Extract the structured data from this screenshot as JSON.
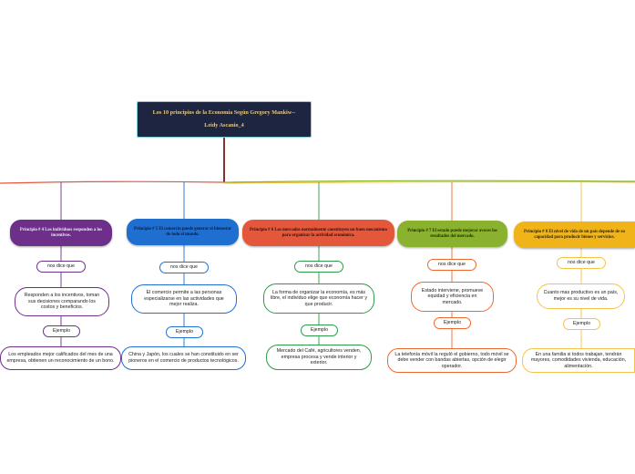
{
  "map": {
    "title": "Los 10 principios de la Economía Según Gregory Mankiw--",
    "author": "Leidy Ascanio_4",
    "colors": {
      "purple": "#6d2f8a",
      "blue": "#1e6fd0",
      "red": "#e4573b",
      "green": "#2e9a4a",
      "lime": "#8ab22e",
      "orange": "#ec6a31",
      "yellow": "#f0b419",
      "yellow_line": "#f4c34c"
    },
    "branches": [
      {
        "principle": "Principio # 4 Los individuos responden a los incentivos.",
        "says_label": "nos dice que",
        "explanation": "Responden a los incentivos, toman sus decisiones comparando los costos y beneficios.",
        "example_label": "Ejemplo",
        "example": "Los empleados mejor calificados del mes de una empresa, obtienen un reconocimiento de un bono."
      },
      {
        "principle": "Principio # 5 El comercio puede generar el bienestar de todo el mundo.",
        "says_label": "nos dice que",
        "explanation": "El comercio permite a las personas especializarse en las actividades que mejor realiza.",
        "example_label": "Ejemplo",
        "example": "China y Japón, los cuales se han constituido en ser pioneros en el comercio de productos tecnológicos."
      },
      {
        "principle": "Principio # 6 Los mercados normalmente constituyen un buen mecanismo para organizar la actividad económica.",
        "says_label": "nos dice que",
        "explanation": "La forma de organizar la economía, es más libre, el individuo elige que economía hacer y que producir.",
        "example_label": "Ejemplo",
        "example": "Mercado del Café, agricultores venden, empresa procesa y vende interior y exterior."
      },
      {
        "principle": "Principio # 7 El estado puede mejorar aveces los resultados del mercado.",
        "says_label": "nos dice que",
        "explanation": "Estado interviene, promueve equidad y eficiencia en mercado.",
        "example_label": "Ejemplo",
        "example": "La telefonía móvil la reguló el gobierno, todo móvil se debe vender con bandas abiertas, opción de elegir operador."
      },
      {
        "principle": "Principio # 8 El nivel de vida de un país depende de su capacidad para producir bienes y servicios.",
        "says_label": "nos dice que",
        "explanation": "Cuanto mas productivo es un país, mejor es su nivel de vida.",
        "example_label": "Ejemplo",
        "example": "En una familia si todos trabajan, tendrán mayores, comodidades vivienda, educación, alimentación."
      }
    ]
  }
}
